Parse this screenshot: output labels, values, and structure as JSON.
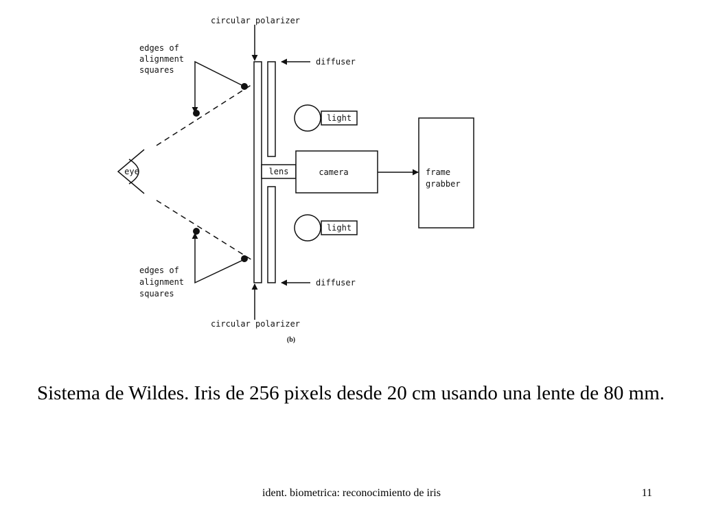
{
  "diagram": {
    "labels": {
      "polarizer_top": "circular polarizer",
      "polarizer_bottom": "circular polarizer",
      "diffuser_top": "diffuser",
      "diffuser_bottom": "diffuser",
      "edges_top": [
        "edges of",
        "alignment",
        "squares"
      ],
      "edges_bottom": [
        "edges of",
        "alignment",
        "squares"
      ],
      "light_top": "light",
      "light_bottom": "light",
      "eye": "eye",
      "lens": "lens",
      "camera": "camera",
      "frame_grabber": [
        "frame",
        "grabber"
      ],
      "panel_tag": "(b)"
    }
  },
  "caption": "Sistema de Wildes. Iris de 256 pixels desde 20 cm usando una lente de 80 mm.",
  "footer": {
    "text": "ident. biometrica: reconocimiento de iris",
    "page_number": "11"
  }
}
